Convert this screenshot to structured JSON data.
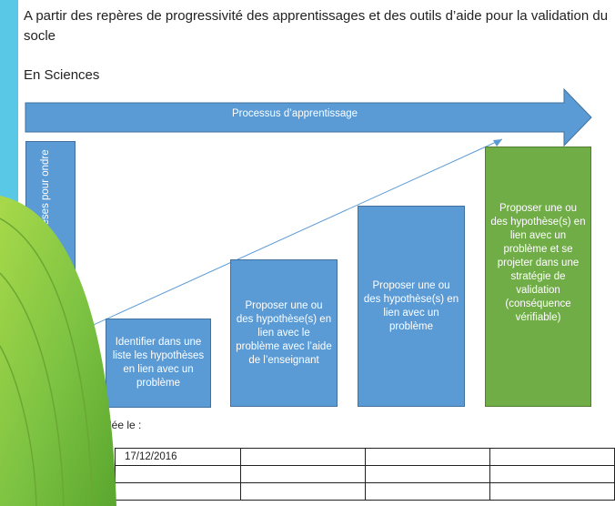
{
  "intro_text": "A partir des repères de progressivité des apprentissages et des outils d’aide pour la validation du socle",
  "section_title": "En Sciences",
  "process_label": "Processus d’apprentissage",
  "vertical_step_text": "hypothèses pour ondre",
  "steps": [
    "Identifier dans une liste les hypothèses en lien avec un problème",
    "Proposer une ou des hypothèse(s) en lien avec le problème avec l’aide de l’enseignant",
    "Proposer une ou des hypothèse(s) en lien avec un problème",
    "Proposer une ou des hypothèse(s) en lien avec un problème et se projeter dans une stratégie de validation (conséquence vérifiable)"
  ],
  "validated_label": "dée le :",
  "table_rows": [
    [
      "17/12/2016",
      "",
      "",
      ""
    ],
    [
      "",
      "",
      "",
      ""
    ],
    [
      "",
      "",
      "",
      ""
    ]
  ],
  "colors": {
    "arrow": "#5b9bd5",
    "step_blue": "#5b9bd5",
    "step_green": "#70ad47",
    "side_edge": "#59c7e6",
    "leaf_green": "#7cc242"
  }
}
